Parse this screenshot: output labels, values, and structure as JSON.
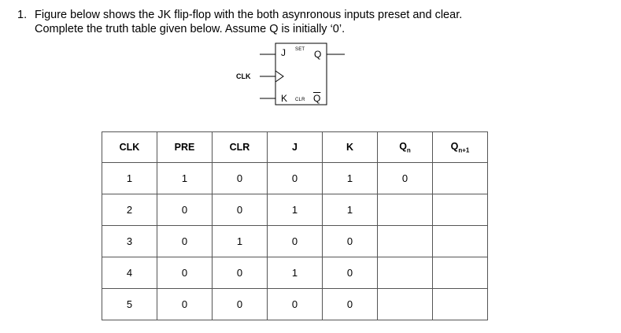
{
  "question": {
    "number": "1.",
    "line1": "Figure below shows the JK flip-flop with the both asynronous inputs preset and clear.",
    "line2": "Complete the truth table given below. Assume Q is initially ‘0’."
  },
  "flipflop": {
    "j_label": "J",
    "set_label": "SET",
    "q_label": "Q",
    "clk_label": "CLK",
    "k_label": "K",
    "clr_label": "CLR",
    "qbar_label": "Q"
  },
  "table": {
    "headers": [
      "CLK",
      "PRE",
      "CLR",
      "J",
      "K",
      "Q",
      "Q"
    ],
    "header_subs": [
      "",
      "",
      "",
      "",
      "",
      "n",
      "n+1"
    ],
    "rows": [
      [
        "1",
        "1",
        "0",
        "0",
        "1",
        "0",
        ""
      ],
      [
        "2",
        "0",
        "0",
        "1",
        "1",
        "",
        ""
      ],
      [
        "3",
        "0",
        "1",
        "0",
        "0",
        "",
        ""
      ],
      [
        "4",
        "0",
        "0",
        "1",
        "0",
        "",
        ""
      ],
      [
        "5",
        "0",
        "0",
        "0",
        "0",
        "",
        ""
      ]
    ]
  }
}
